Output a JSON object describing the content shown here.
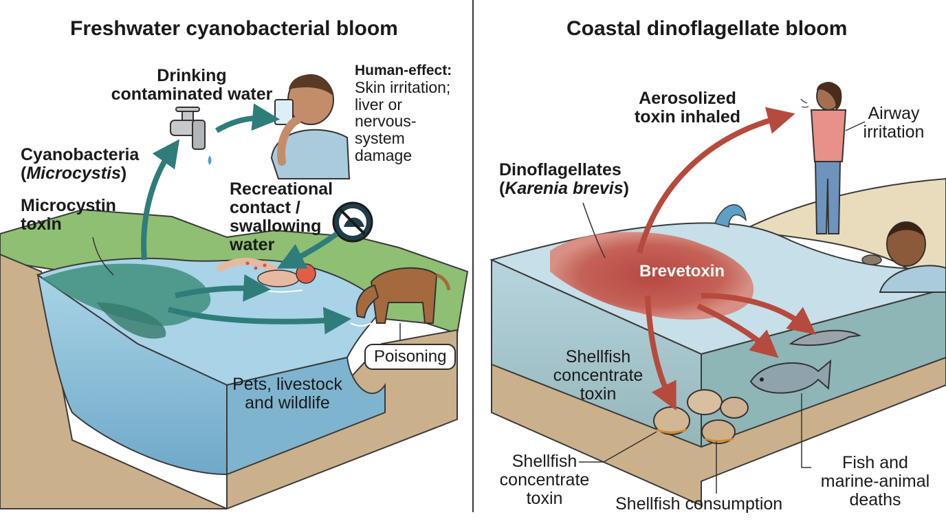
{
  "left_panel": {
    "title": "Freshwater cyanobacterial bloom",
    "drinking": {
      "line1": "Drinking",
      "line2": "contaminated water"
    },
    "human_effect": {
      "heading": "Human-effect:",
      "lines": [
        "Skin irritation;",
        "liver or",
        "nervous-",
        "system",
        "damage"
      ]
    },
    "organism": {
      "line1": "Cyanobacteria",
      "open": "(",
      "species": "Microcystis",
      "close": ")"
    },
    "toxin": {
      "line1": "Microcystin",
      "line2": "toxin"
    },
    "recreational": {
      "lines": [
        "Recreational",
        "contact /",
        "swallowing",
        "water"
      ]
    },
    "poisoning": "Poisoning",
    "animals": {
      "line1": "Pets, livestock",
      "line2": "and wildlife"
    }
  },
  "right_panel": {
    "title": "Coastal dinoflagellate bloom",
    "aerosol": {
      "line1": "Aerosolized",
      "line2": "toxin inhaled"
    },
    "airway": {
      "line1": "Airway",
      "line2": "irritation"
    },
    "organism": {
      "line1": "Dinoflagellates",
      "open": "(",
      "species": "Karenia brevis",
      "close": ")"
    },
    "brevetoxin": "Brevetoxin",
    "shellfish_inside": {
      "lines": [
        "Shellfish",
        "concentrate",
        "toxin"
      ]
    },
    "shellfish_below": {
      "lines": [
        "Shellfish",
        "concentrate",
        "toxin"
      ]
    },
    "consumption": "Shellfish consumption",
    "deaths": {
      "line1": "Fish and",
      "line2": "marine-animal",
      "line3": "deaths"
    }
  },
  "colors": {
    "teal_arrow": "#2f7d7a",
    "red_arrow": "#b64a3c",
    "fresh_water": "#9ccbe0",
    "algae": "#3f8f7c",
    "red_tide": "#c0463c",
    "soil": "#cbb08c",
    "grass": "#8fbf72",
    "sand": "#e9dcbc"
  }
}
